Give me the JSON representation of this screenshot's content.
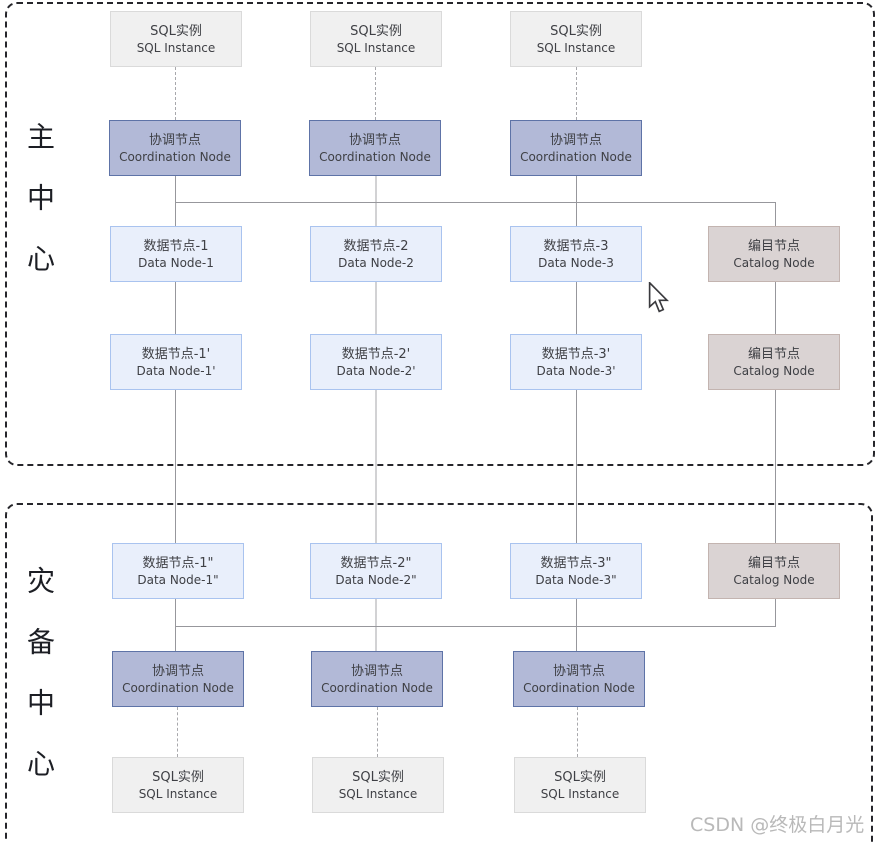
{
  "main_center": {
    "label": "主中心",
    "sql_instances": [
      {
        "zh": "SQL实例",
        "en": "SQL Instance"
      },
      {
        "zh": "SQL实例",
        "en": "SQL Instance"
      },
      {
        "zh": "SQL实例",
        "en": "SQL Instance"
      }
    ],
    "coordination_nodes": [
      {
        "zh": "协调节点",
        "en": "Coordination Node"
      },
      {
        "zh": "协调节点",
        "en": "Coordination Node"
      },
      {
        "zh": "协调节点",
        "en": "Coordination Node"
      }
    ],
    "data_nodes_row1": [
      {
        "zh": "数据节点-1",
        "en": "Data Node-1"
      },
      {
        "zh": "数据节点-2",
        "en": "Data Node-2"
      },
      {
        "zh": "数据节点-3",
        "en": "Data Node-3"
      }
    ],
    "data_nodes_row2": [
      {
        "zh": "数据节点-1'",
        "en": "Data Node-1'"
      },
      {
        "zh": "数据节点-2'",
        "en": "Data Node-2'"
      },
      {
        "zh": "数据节点-3'",
        "en": "Data Node-3'"
      }
    ],
    "catalog_nodes": [
      {
        "zh": "编目节点",
        "en": "Catalog Node"
      },
      {
        "zh": "编目节点",
        "en": "Catalog Node"
      }
    ]
  },
  "dr_center": {
    "label": "灾备中心",
    "data_nodes": [
      {
        "zh": "数据节点-1\"",
        "en": "Data Node-1\""
      },
      {
        "zh": "数据节点-2\"",
        "en": "Data Node-2\""
      },
      {
        "zh": "数据节点-3\"",
        "en": "Data Node-3\""
      }
    ],
    "catalog_node": {
      "zh": "编目节点",
      "en": "Catalog Node"
    },
    "coordination_nodes": [
      {
        "zh": "协调节点",
        "en": "Coordination Node"
      },
      {
        "zh": "协调节点",
        "en": "Coordination Node"
      },
      {
        "zh": "协调节点",
        "en": "Coordination Node"
      }
    ],
    "sql_instances": [
      {
        "zh": "SQL实例",
        "en": "SQL Instance"
      },
      {
        "zh": "SQL实例",
        "en": "SQL Instance"
      },
      {
        "zh": "SQL实例",
        "en": "SQL Instance"
      }
    ]
  },
  "watermark": "CSDN @终极白月光",
  "colors": {
    "coordination_fill": "#b2b9d7",
    "coordination_border": "#5e73a7",
    "data_fill": "#e9effb",
    "data_border": "#a9c3ef",
    "sql_fill": "#f0f0f0",
    "sql_border": "#dadada",
    "catalog_fill": "#dad3d3",
    "catalog_border": "#c3b4b0",
    "region_border": "#26262b",
    "connector": "#97979c"
  }
}
